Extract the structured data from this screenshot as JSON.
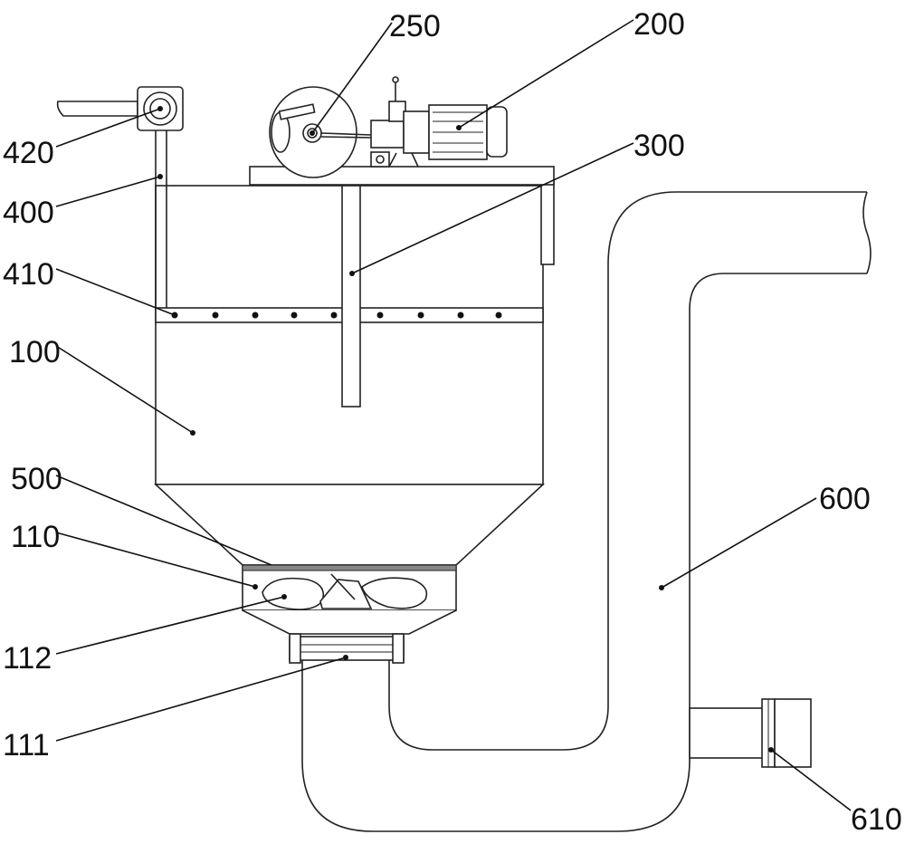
{
  "labels": {
    "l250": "250",
    "l200": "200",
    "l420": "420",
    "l400": "400",
    "l300": "300",
    "l410": "410",
    "l100": "100",
    "l500": "500",
    "l110": "110",
    "l600": "600",
    "l112": "112",
    "l111": "111",
    "l610": "610"
  }
}
